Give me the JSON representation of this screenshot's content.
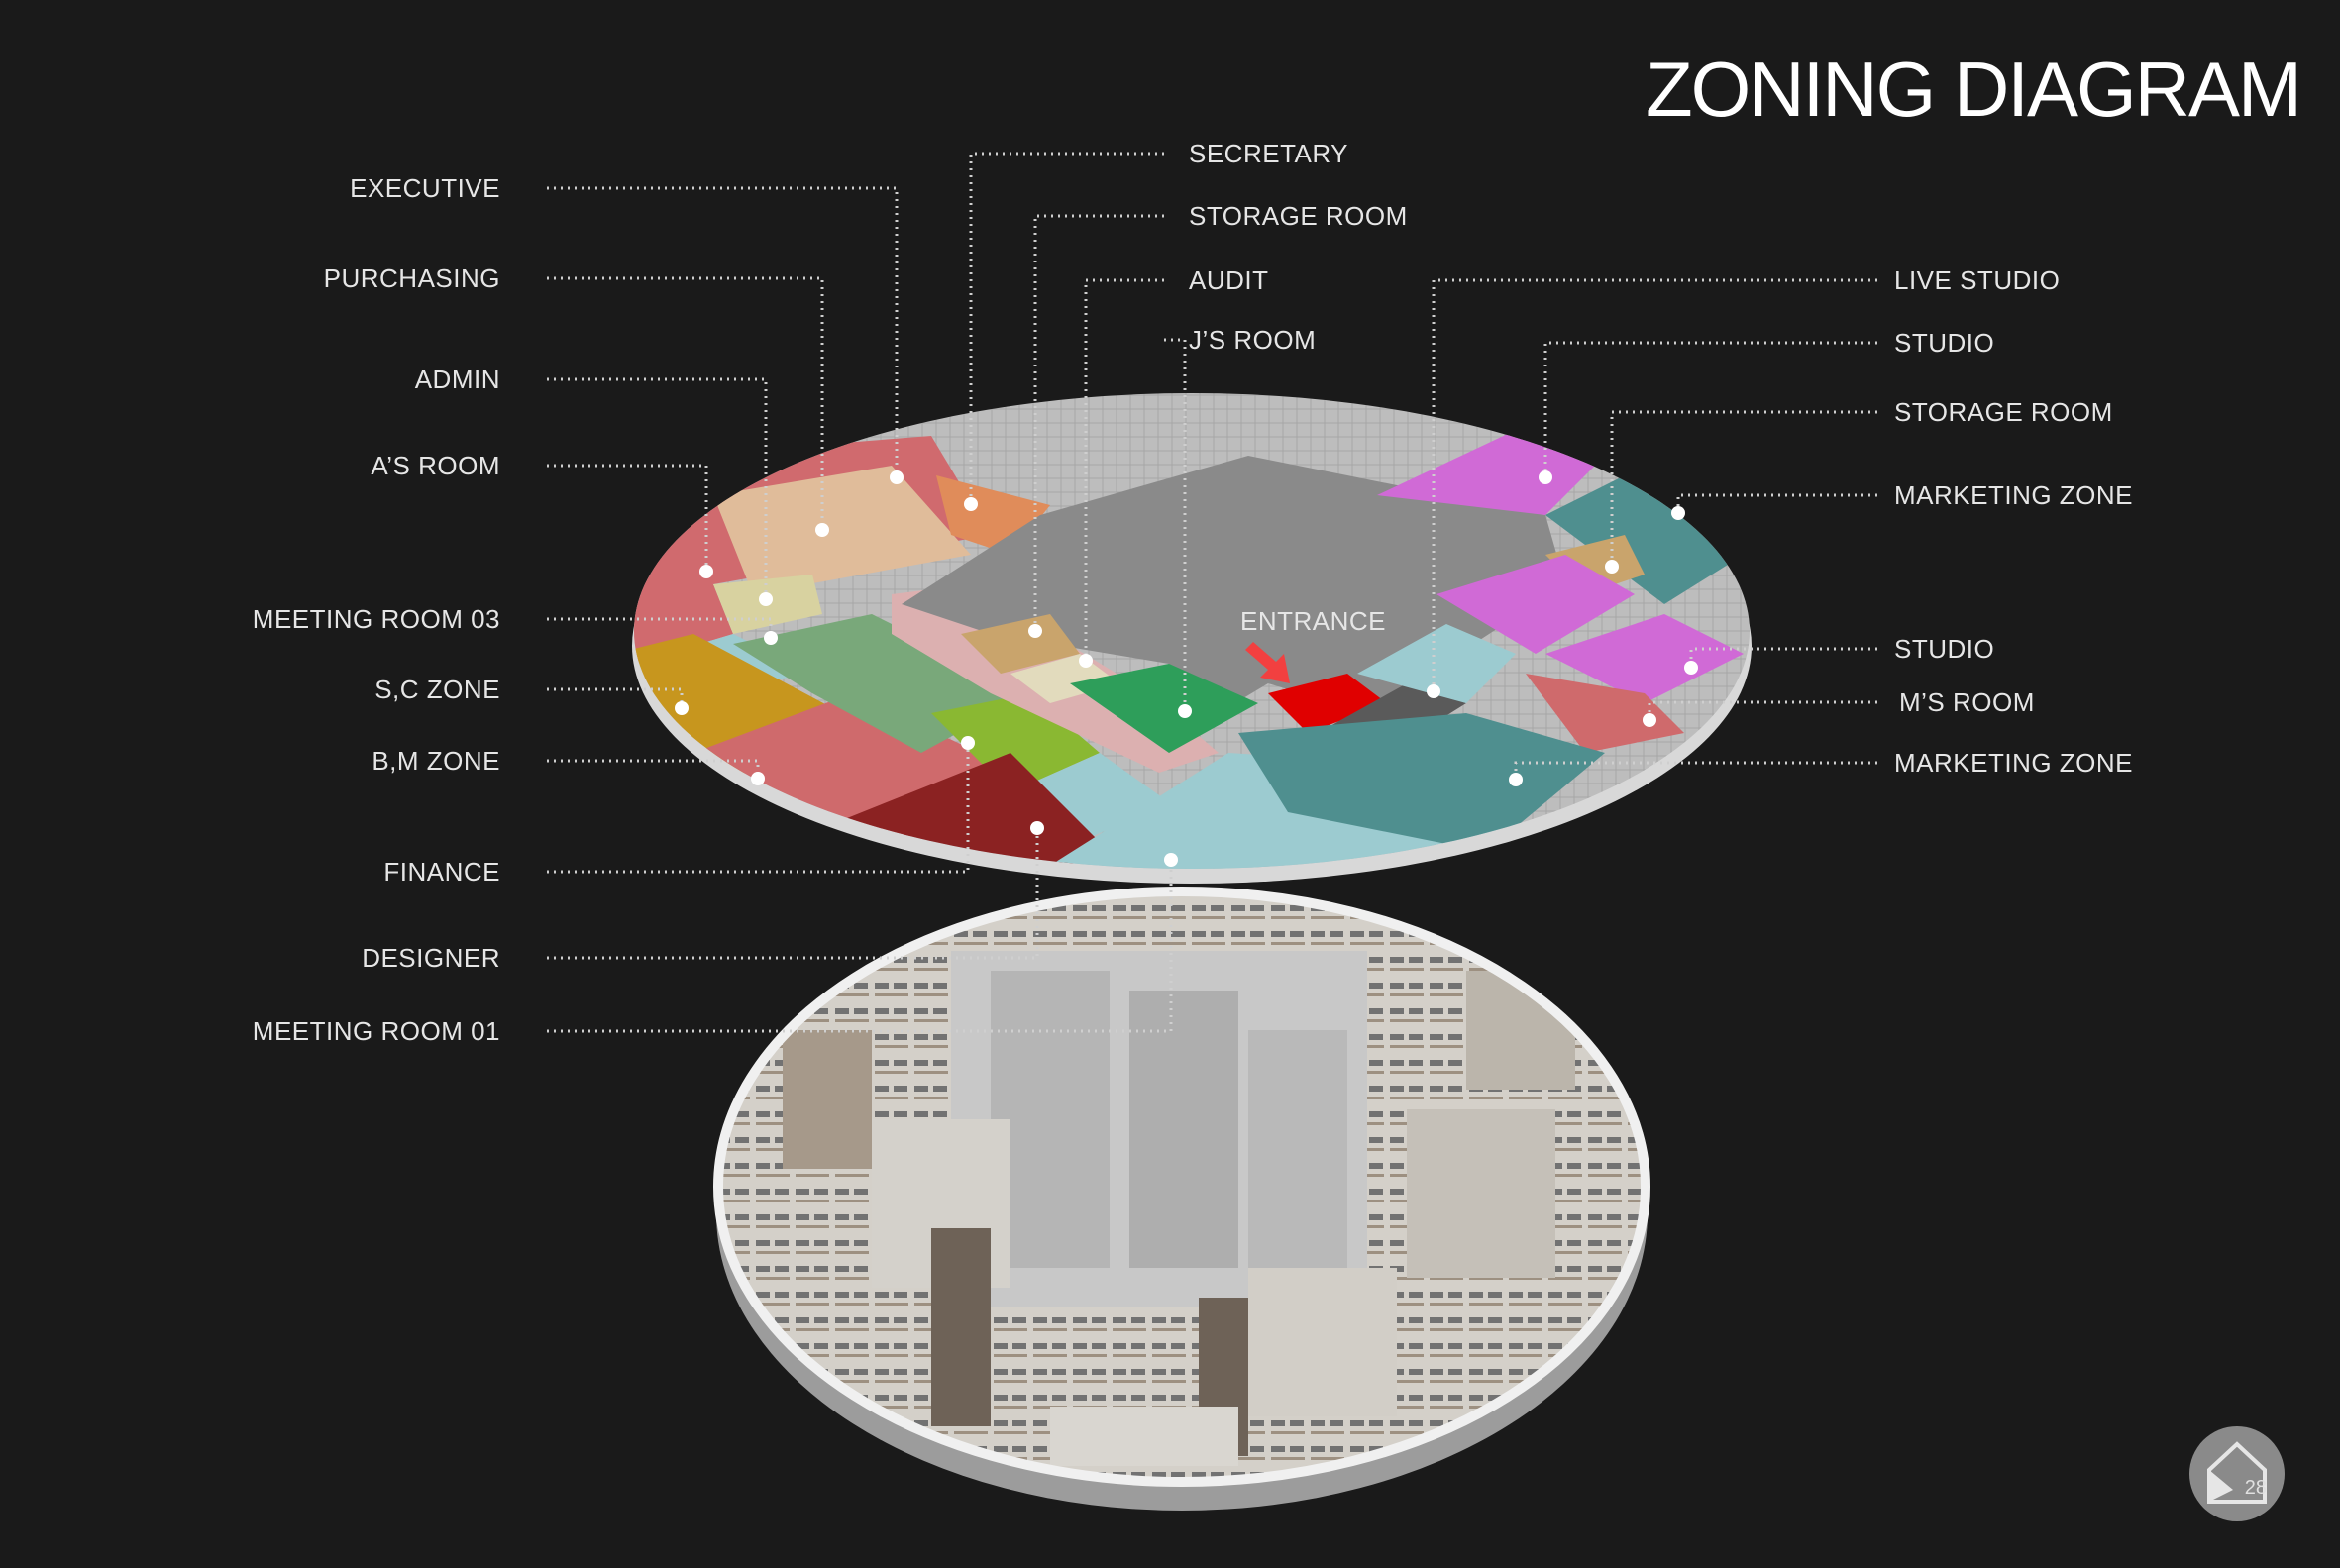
{
  "title": "ZONING DIAGRAM",
  "entrance_label": "ENTRANCE",
  "page_number": "28",
  "left_labels": [
    {
      "id": "executive",
      "text": "EXECUTIVE"
    },
    {
      "id": "purchasing",
      "text": "PURCHASING"
    },
    {
      "id": "admin",
      "text": "ADMIN"
    },
    {
      "id": "as-room",
      "text": "A’S ROOM"
    },
    {
      "id": "meeting-room-03",
      "text": "MEETING ROOM 03"
    },
    {
      "id": "sc-zone",
      "text": "S,C  ZONE"
    },
    {
      "id": "bm-zone",
      "text": "B,M  ZONE"
    },
    {
      "id": "finance",
      "text": "FINANCE"
    },
    {
      "id": "designer",
      "text": "DESIGNER"
    },
    {
      "id": "meeting-room-01",
      "text": "MEETING ROOM 01"
    }
  ],
  "top_labels": [
    {
      "id": "secretary",
      "text": "SECRETARY"
    },
    {
      "id": "storage-room-top",
      "text": "STORAGE ROOM"
    },
    {
      "id": "audit",
      "text": "AUDIT"
    },
    {
      "id": "js-room",
      "text": "J’S ROOM"
    }
  ],
  "right_labels": [
    {
      "id": "live-studio",
      "text": "LIVE STUDIO"
    },
    {
      "id": "studio-top",
      "text": "STUDIO"
    },
    {
      "id": "storage-room-right",
      "text": "STORAGE ROOM"
    },
    {
      "id": "marketing-zone-top",
      "text": "MARKETING ZONE"
    },
    {
      "id": "studio-bottom",
      "text": "STUDIO"
    },
    {
      "id": "ms-room",
      "text": "M’S ROOM"
    },
    {
      "id": "marketing-zone-bottom",
      "text": "MARKETING ZONE"
    }
  ],
  "zone_colors": {
    "executive": "#d06a6e",
    "purchasing": "#e0bc9a",
    "admin": "#d8d2a0",
    "meeting": "#9ccbd0",
    "sc_zone": "#c7961e",
    "bm_zone": "#cf6a6c",
    "finance": "#8ab832",
    "designer": "#8b2222",
    "secretary": "#e08c5a",
    "storage": "#c9a46c",
    "audit": "#e2dbbd",
    "js_room": "#2e9e5a",
    "entrance": "#e00000",
    "live_studio": "#5a5a5a",
    "studio": "#d06ad6",
    "marketing": "#4f8f8f",
    "corridor": "#dcb0b0",
    "core": "#8a8a8a",
    "green_zone": "#79a87a"
  }
}
